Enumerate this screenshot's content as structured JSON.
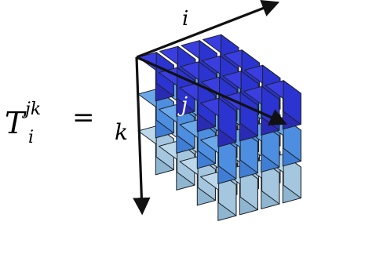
{
  "equation": {
    "tensor_symbol": "T",
    "lower_index": "i",
    "upper_indices": "jk",
    "equals": "="
  },
  "axes": {
    "i_label": "i",
    "j_label": "j",
    "k_label": "k",
    "arrow_color": "#111111"
  },
  "layers": [
    {
      "name": "top",
      "colors": {
        "top": "#3a3ee0",
        "left": "#2a2bb4",
        "right": "#2b33d0"
      }
    },
    {
      "name": "middle",
      "colors": {
        "top": "#6aa8ea",
        "left": "#3f7ed4",
        "right": "#4d8ee0"
      }
    },
    {
      "name": "bottom",
      "colors": {
        "top": "#bcd8ea",
        "left": "#8fb6d0",
        "right": "#a4c6de"
      }
    }
  ]
}
